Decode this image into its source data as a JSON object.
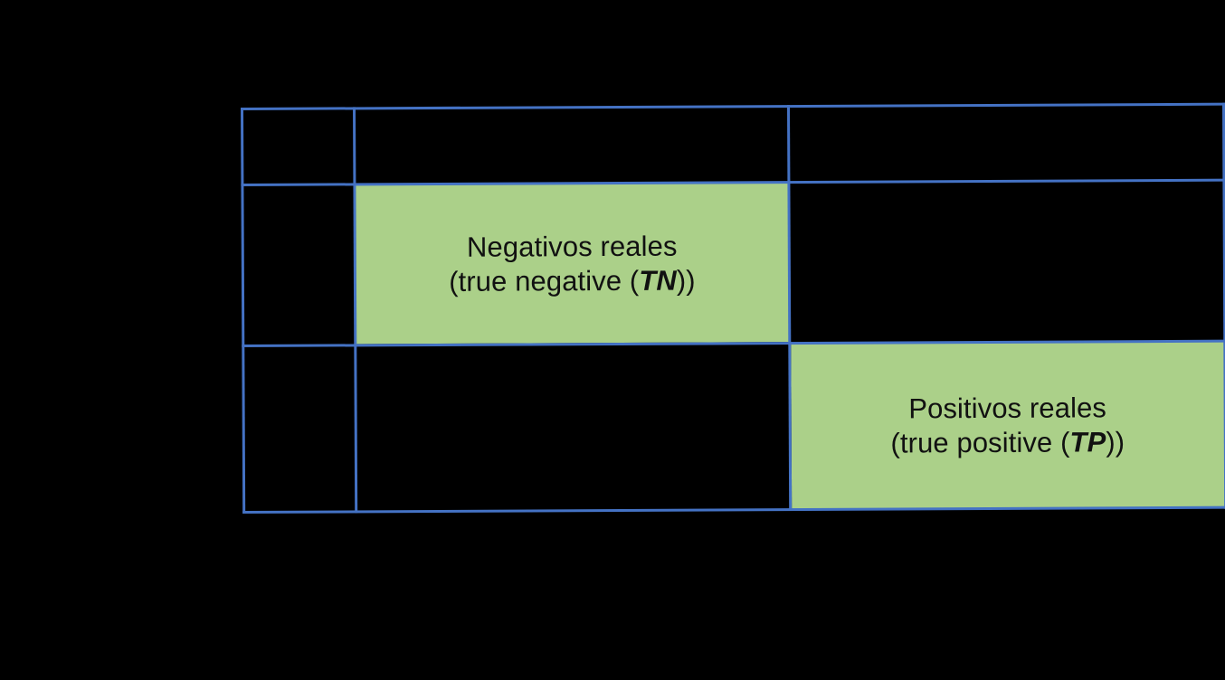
{
  "diagram": {
    "kind": "confusion-matrix-table",
    "background_color": "#000000",
    "grid_line_color": "#4472C4",
    "highlight_fill_color": "#ABD089",
    "text_color": "#111111"
  },
  "table": {
    "columns": [
      {
        "id": "col-label",
        "label": ""
      },
      {
        "id": "col-negative",
        "label": ""
      },
      {
        "id": "col-positive",
        "label": ""
      }
    ],
    "rows": [
      {
        "id": "row-header",
        "cells": [
          {
            "id": "cell-header-corner",
            "lines": [],
            "highlighted": false
          },
          {
            "id": "cell-header-negative",
            "lines": [],
            "highlighted": false
          },
          {
            "id": "cell-header-positive",
            "lines": [],
            "highlighted": false
          }
        ]
      },
      {
        "id": "row-predicted-negative",
        "cells": [
          {
            "id": "cell-row2-label",
            "lines": [],
            "highlighted": false
          },
          {
            "id": "cell-true-negative",
            "highlighted": true,
            "lines": [
              {
                "text": "Negativos reales"
              },
              {
                "prefix": "(true negative (",
                "abbr": "TN",
                "suffix": "))"
              }
            ]
          },
          {
            "id": "cell-false-negative",
            "lines": [],
            "highlighted": false
          }
        ]
      },
      {
        "id": "row-predicted-positive",
        "cells": [
          {
            "id": "cell-row3-label",
            "lines": [],
            "highlighted": false
          },
          {
            "id": "cell-false-positive",
            "lines": [],
            "highlighted": false
          },
          {
            "id": "cell-true-positive",
            "highlighted": true,
            "lines": [
              {
                "text": "Positivos reales"
              },
              {
                "prefix": "(true positive (",
                "abbr": "TP",
                "suffix": "))"
              }
            ]
          }
        ]
      }
    ]
  },
  "true_negative_cell": {
    "line1": "Negativos reales",
    "line2_prefix": "(true negative (",
    "line2_abbr": "TN",
    "line2_suffix": "))"
  },
  "true_positive_cell": {
    "line1": "Positivos reales",
    "line2_prefix": "(true positive (",
    "line2_abbr": "TP",
    "line2_suffix": "))"
  }
}
